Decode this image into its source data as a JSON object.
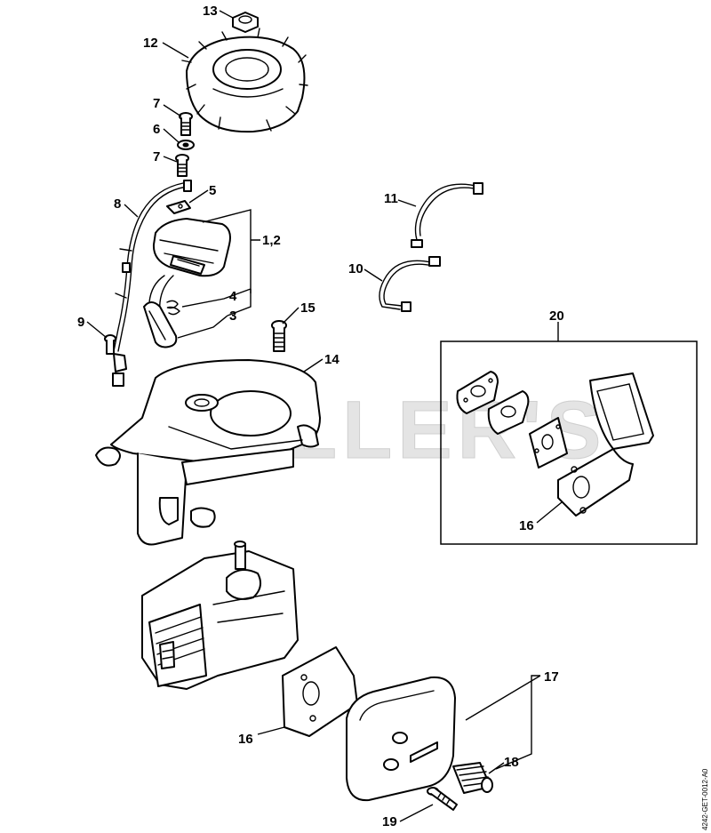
{
  "watermark": "CULLER'S",
  "reference_code": "4242-GET-0012-A0",
  "callouts": {
    "c13": "13",
    "c12": "12",
    "c7a": "7",
    "c6": "6",
    "c7b": "7",
    "c5": "5",
    "c8": "8",
    "c12b": "1,2",
    "c4": "4",
    "c3": "3",
    "c9": "9",
    "c15": "15",
    "c14": "14",
    "c11": "11",
    "c10": "10",
    "c20": "20",
    "c16a": "16",
    "c16b": "16",
    "c17": "17",
    "c18": "18",
    "c19": "19"
  },
  "colors": {
    "line": "#000000",
    "background": "#ffffff",
    "watermark": "#e4e4e4"
  }
}
